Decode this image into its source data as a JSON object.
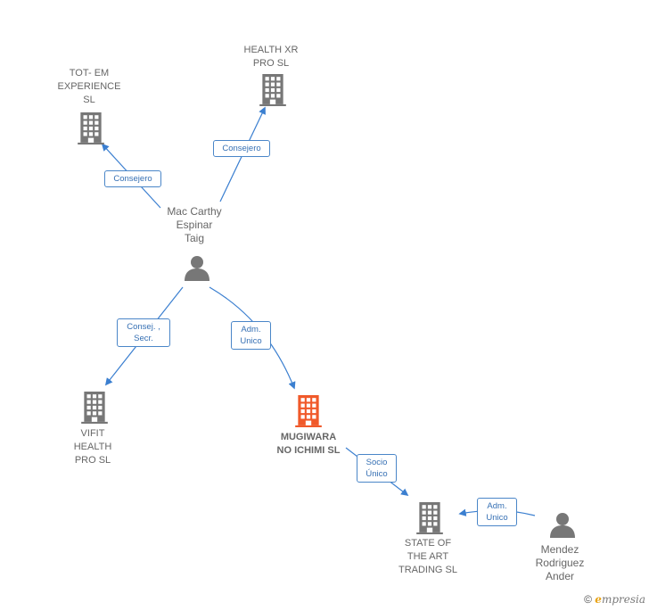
{
  "companies": {
    "tot_em": "TOT- EM\nEXPERIENCE\nSL",
    "health_xr": "HEALTH XR\nPRO  SL",
    "vifit": "VIFIT\nHEALTH\nPRO  SL",
    "mugiwara": "MUGIWARA\nNO ICHIMI  SL",
    "state_of_the_art": "STATE OF\nTHE ART\nTRADING  SL"
  },
  "people": {
    "mac_carthy": "Mac Carthy\nEspinar\nTaig",
    "mendez": "Mendez\nRodriguez\nAnder"
  },
  "relations": {
    "consejero_tot": "Consejero",
    "consejero_health": "Consejero",
    "consej_secr": "Consej. ,\nSecr.",
    "adm_unico_mugiwara": "Adm.\nUnico",
    "socio_unico": "Socio\nÚnico",
    "adm_unico_state": "Adm.\nUnico"
  },
  "colors": {
    "edge": "#3b7fd0",
    "building_gray": "#777777",
    "building_focus": "#f0592a",
    "person_gray": "#777777"
  },
  "footer": {
    "copyright": "©",
    "brand_first": "e",
    "brand_rest": "mpresia"
  }
}
